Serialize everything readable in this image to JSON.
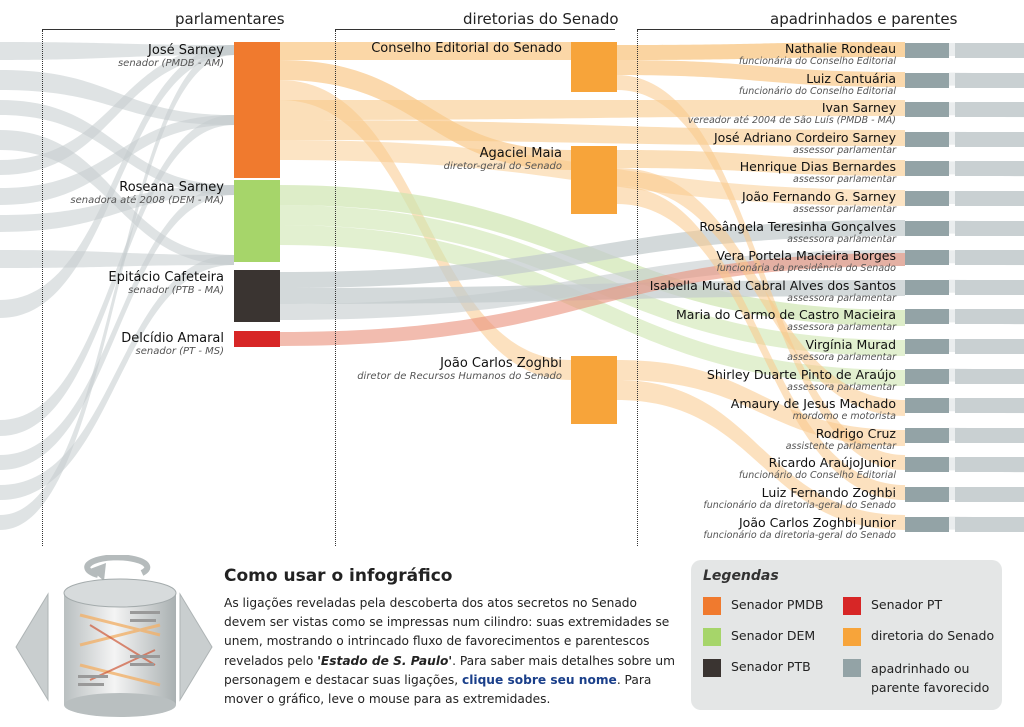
{
  "columns": {
    "parlamentares": "parlamentares",
    "diretorias": "diretorias do Senado",
    "apadrinhados": "apadrinhados e parentes"
  },
  "parlamentares": [
    {
      "name": "José Sarney",
      "role": "senador (PMDB - AM)",
      "color": "#f07a2e"
    },
    {
      "name": "Roseana Sarney",
      "role": "senadora até 2008 (DEM - MA)",
      "color": "#a6d56a"
    },
    {
      "name": "Epitácio Cafeteira",
      "role": "senador (PTB - MA)",
      "color": "#3a3431"
    },
    {
      "name": "Delcídio Amaral",
      "role": "senador (PT - MS)",
      "color": "#d72626"
    }
  ],
  "diretorias": [
    {
      "name": "Conselho Editorial do Senado",
      "role": ""
    },
    {
      "name": "Agaciel Maia",
      "role": "diretor-geral do Senado"
    },
    {
      "name": "João Carlos Zoghbi",
      "role": "diretor de Recursos Humanos do Senado"
    }
  ],
  "apadrinhados": [
    {
      "name": "Nathalie Rondeau",
      "role": "funcionária do Conselho Editorial"
    },
    {
      "name": "Luiz Cantuária",
      "role": "funcionário do Conselho Editorial"
    },
    {
      "name": "Ivan Sarney",
      "role": "vereador até 2004 de São Luís (PMDB - MA)"
    },
    {
      "name": "José Adriano Cordeiro Sarney",
      "role": "assessor parlamentar"
    },
    {
      "name": "Henrique Dias Bernardes",
      "role": "assessor parlamentar"
    },
    {
      "name": "João Fernando G. Sarney",
      "role": "assessor parlamentar"
    },
    {
      "name": "Rosângela Teresinha Gonçalves",
      "role": "assessora parlamentar"
    },
    {
      "name": "Vera Portela Macieira Borges",
      "role": "funcionária da presidência do Senado"
    },
    {
      "name": "Isabella Murad Cabral Alves dos Santos",
      "role": "assessora parlamentar"
    },
    {
      "name": "Maria do Carmo de Castro Macieira",
      "role": "assessora parlamentar"
    },
    {
      "name": "Virgínia Murad",
      "role": "assessora parlamentar"
    },
    {
      "name": "Shirley Duarte Pinto de Araújo",
      "role": "assessora parlamentar"
    },
    {
      "name": "Amaury de Jesus Machado",
      "role": "mordomo e motorista"
    },
    {
      "name": "Rodrigo Cruz",
      "role": "assistente parlamentar"
    },
    {
      "name": "Ricardo AraújoJunior",
      "role": "funcionário do Conselho Editorial"
    },
    {
      "name": "Luiz Fernando Zoghbi",
      "role": "funcionário da diretoria-geral do Senado"
    },
    {
      "name": "João Carlos Zoghbi Junior",
      "role": "funcionário da diretoria-geral do Senado"
    }
  ],
  "how": {
    "title": "Como usar o infográfico",
    "text_1": "As ligações reveladas pela descoberta dos atos secretos no Senado devem ser vistas como se impressas num cilindro: suas extremidades se unem, mostrando o intrincado fluxo de favorecimentos e parentescos revelados pelo ",
    "paper": "'Estado de S. Paulo'",
    "text_2": ". Para saber mais detalhes sobre um personagem e destacar suas ligações, ",
    "link": "clique sobre seu nome",
    "text_3": ". Para mover o gráfico, leve o mouse para as extremidades."
  },
  "legend": {
    "title": "Legendas",
    "items": [
      {
        "label": "Senador PMDB",
        "color": "#f07a2e"
      },
      {
        "label": "Senador PT",
        "color": "#d72626"
      },
      {
        "label": "Senador DEM",
        "color": "#a6d56a"
      },
      {
        "label": "diretoria do Senado",
        "color": "#f7a43a"
      },
      {
        "label": "Senador PTB",
        "color": "#3a3431"
      },
      {
        "label": "apadrinhado ou parente favorecido",
        "color": "#93a3a6"
      }
    ]
  },
  "colors": {
    "diretoria": "#f7a43a",
    "apadrinhado": "#93a3a6",
    "flow_orange": "#f9c98a",
    "flow_grey": "#c4cccd",
    "flow_green": "#cfe6b0"
  }
}
